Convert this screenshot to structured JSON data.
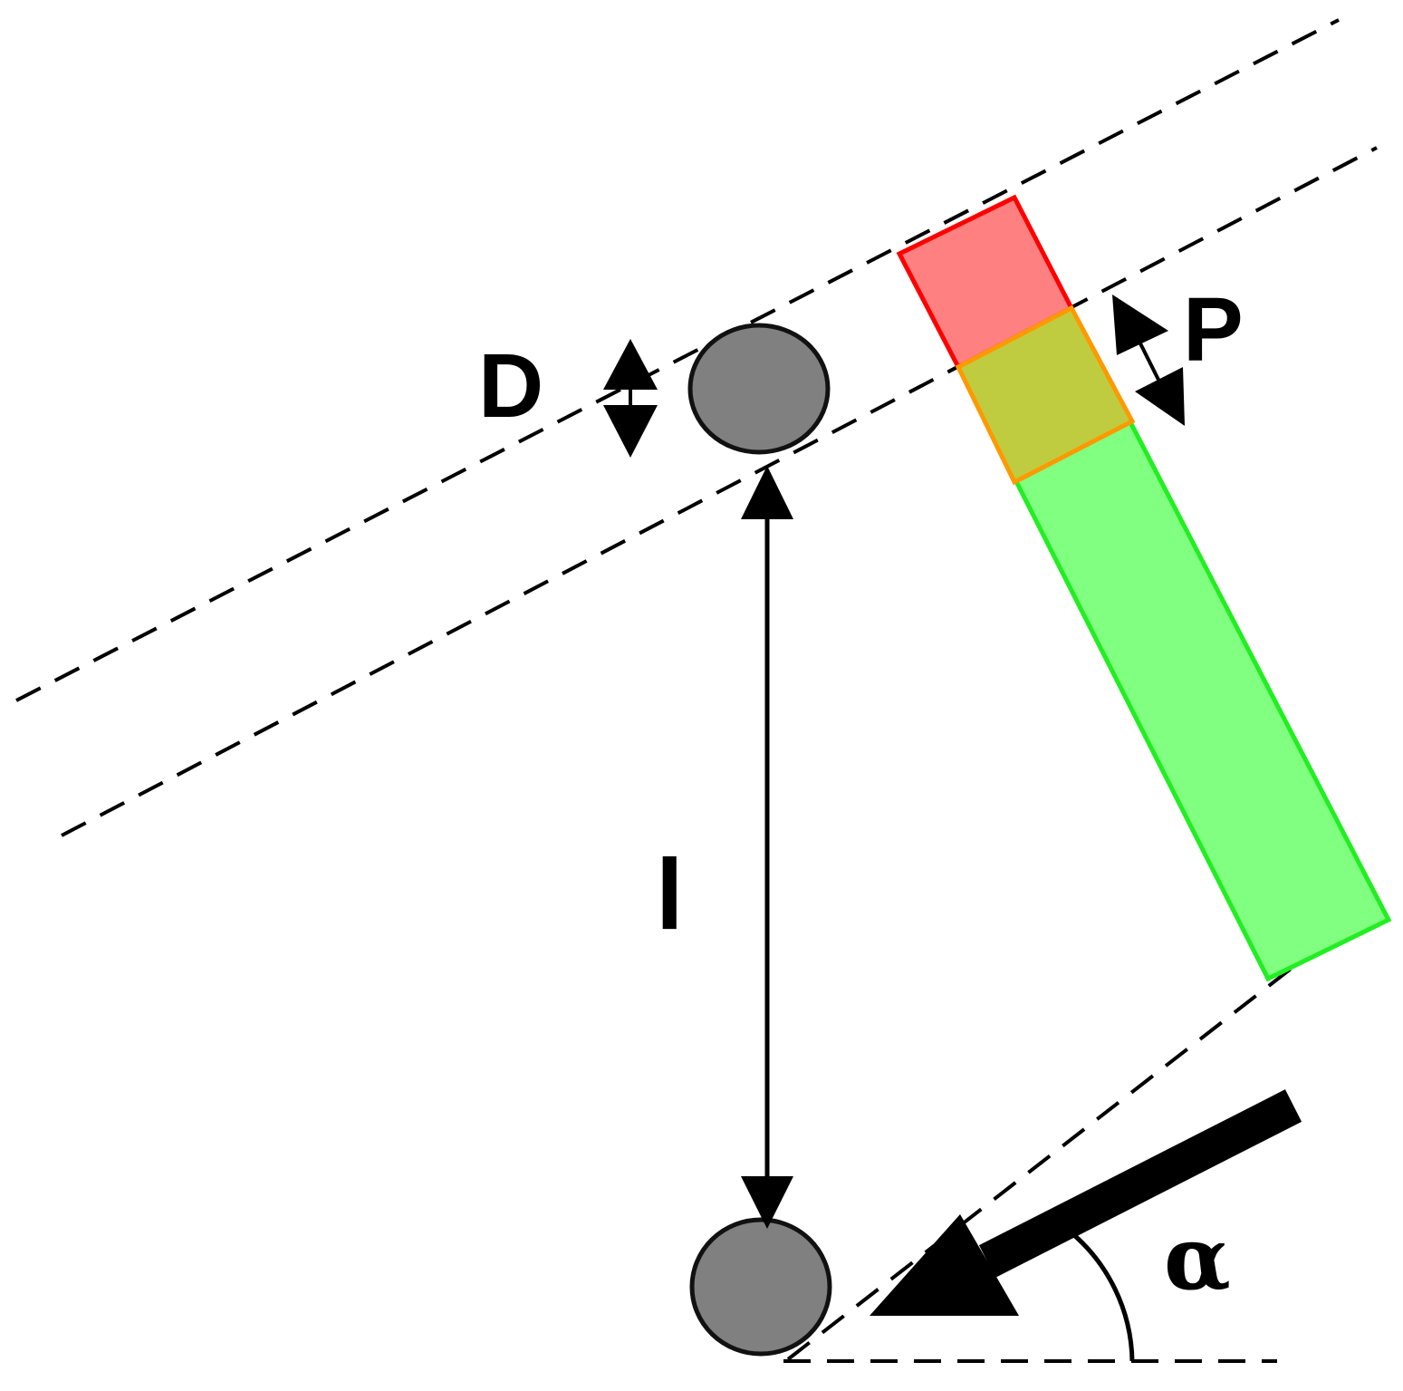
{
  "labels": {
    "d": "D",
    "p": "P",
    "l": "l",
    "alpha": "α"
  },
  "colors": {
    "red_zone_fill": "#ff8080",
    "red_zone_stroke": "#ff0000",
    "overlap_zone_fill": "#c0cc40",
    "overlap_zone_stroke": "#ff9900",
    "green_zone_fill": "#80ff80",
    "green_zone_stroke": "#22ee22",
    "circle_fill": "#808080",
    "line": "#000000"
  }
}
